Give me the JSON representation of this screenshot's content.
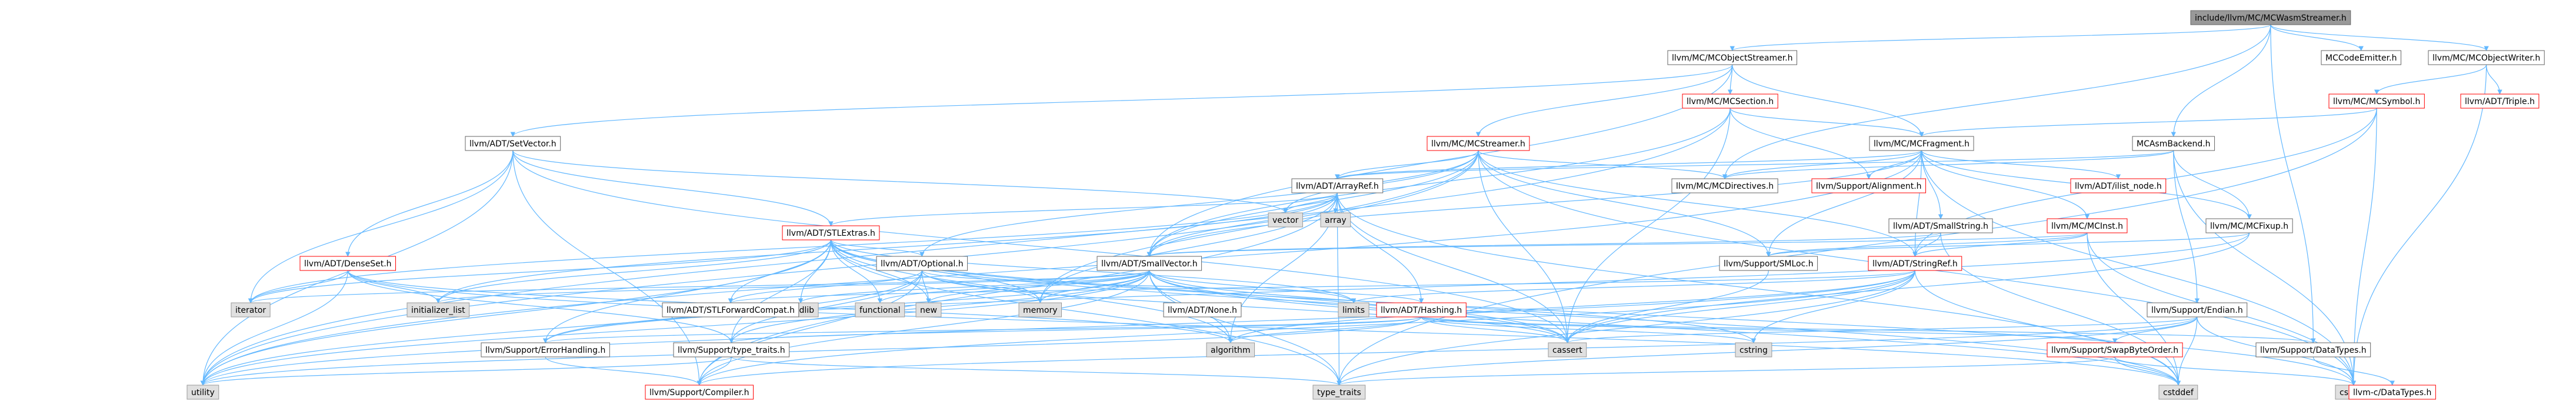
{
  "colors": {
    "root_fill": "#999999",
    "node_fill": "#ffffff",
    "node_border": "#666666",
    "linked_border": "#ff0000",
    "external_fill": "#e0e0e0",
    "external_border": "#999999",
    "edge": "#63b8ff"
  },
  "nodes": [
    {
      "id": "root",
      "label": "include/llvm/MC/MCWasmStreamer.h",
      "kind": "root"
    },
    {
      "id": "mcobjstreamer",
      "label": "llvm/MC/MCObjectStreamer.h",
      "kind": "normal"
    },
    {
      "id": "mccodeemitter",
      "label": "MCCodeEmitter.h",
      "kind": "normal"
    },
    {
      "id": "mcobjwriter",
      "label": "llvm/MC/MCObjectWriter.h",
      "kind": "normal"
    },
    {
      "id": "mcsection",
      "label": "llvm/MC/MCSection.h",
      "kind": "linked"
    },
    {
      "id": "mcsymbol",
      "label": "llvm/MC/MCSymbol.h",
      "kind": "linked"
    },
    {
      "id": "triple",
      "label": "llvm/ADT/Triple.h",
      "kind": "linked"
    },
    {
      "id": "mcfragment",
      "label": "llvm/MC/MCFragment.h",
      "kind": "normal"
    },
    {
      "id": "mcasmbackend",
      "label": "MCAsmBackend.h",
      "kind": "normal"
    },
    {
      "id": "setvector",
      "label": "llvm/ADT/SetVector.h",
      "kind": "normal"
    },
    {
      "id": "mcstreamer",
      "label": "llvm/MC/MCStreamer.h",
      "kind": "linked"
    },
    {
      "id": "arrayref",
      "label": "llvm/ADT/ArrayRef.h",
      "kind": "normal"
    },
    {
      "id": "mcdirectives",
      "label": "llvm/MC/MCDirectives.h",
      "kind": "normal"
    },
    {
      "id": "alignment",
      "label": "llvm/Support/Alignment.h",
      "kind": "linked"
    },
    {
      "id": "ilistnode",
      "label": "llvm/ADT/ilist_node.h",
      "kind": "linked"
    },
    {
      "id": "mcfixup",
      "label": "llvm/MC/MCFixup.h",
      "kind": "normal"
    },
    {
      "id": "vector",
      "label": "vector",
      "kind": "external"
    },
    {
      "id": "array",
      "label": "array",
      "kind": "external"
    },
    {
      "id": "stlextras",
      "label": "llvm/ADT/STLExtras.h",
      "kind": "linked"
    },
    {
      "id": "smallstring",
      "label": "llvm/ADT/SmallString.h",
      "kind": "normal"
    },
    {
      "id": "mcinst",
      "label": "llvm/MC/MCInst.h",
      "kind": "linked"
    },
    {
      "id": "densset",
      "label": "llvm/ADT/DenseSet.h",
      "kind": "linked"
    },
    {
      "id": "optional",
      "label": "llvm/ADT/Optional.h",
      "kind": "normal"
    },
    {
      "id": "smallvector",
      "label": "llvm/ADT/SmallVector.h",
      "kind": "normal"
    },
    {
      "id": "smloc",
      "label": "llvm/Support/SMLoc.h",
      "kind": "normal"
    },
    {
      "id": "stringref",
      "label": "llvm/ADT/StringRef.h",
      "kind": "linked"
    },
    {
      "id": "iterator",
      "label": "iterator",
      "kind": "external"
    },
    {
      "id": "initlist",
      "label": "initializer_list",
      "kind": "external"
    },
    {
      "id": "cstdlib",
      "label": "cstdlib",
      "kind": "external"
    },
    {
      "id": "functional",
      "label": "functional",
      "kind": "external"
    },
    {
      "id": "new",
      "label": "new",
      "kind": "external"
    },
    {
      "id": "memory",
      "label": "memory",
      "kind": "external"
    },
    {
      "id": "stlfwdcompat",
      "label": "llvm/ADT/STLForwardCompat.h",
      "kind": "normal"
    },
    {
      "id": "adtnone",
      "label": "llvm/ADT/None.h",
      "kind": "normal"
    },
    {
      "id": "limits",
      "label": "limits",
      "kind": "external"
    },
    {
      "id": "hashing",
      "label": "llvm/ADT/Hashing.h",
      "kind": "linked"
    },
    {
      "id": "endian",
      "label": "llvm/Support/Endian.h",
      "kind": "normal"
    },
    {
      "id": "errorhandling",
      "label": "llvm/Support/ErrorHandling.h",
      "kind": "normal"
    },
    {
      "id": "typetraitsllvm",
      "label": "llvm/Support/type_traits.h",
      "kind": "normal"
    },
    {
      "id": "algorithm",
      "label": "algorithm",
      "kind": "external"
    },
    {
      "id": "cstring",
      "label": "cstring",
      "kind": "external"
    },
    {
      "id": "cassert",
      "label": "cassert",
      "kind": "external"
    },
    {
      "id": "swapbyteorder",
      "label": "llvm/Support/SwapByteOrder.h",
      "kind": "linked"
    },
    {
      "id": "datatypesllvm",
      "label": "llvm/Support/DataTypes.h",
      "kind": "normal"
    },
    {
      "id": "utility",
      "label": "utility",
      "kind": "external"
    },
    {
      "id": "compiler",
      "label": "llvm/Support/Compiler.h",
      "kind": "linked"
    },
    {
      "id": "typetraits",
      "label": "type_traits",
      "kind": "external"
    },
    {
      "id": "cstddef",
      "label": "cstddef",
      "kind": "external"
    },
    {
      "id": "cstdint",
      "label": "cstdint",
      "kind": "external"
    },
    {
      "id": "datatypesc",
      "label": "llvm-c/DataTypes.h",
      "kind": "linked"
    }
  ],
  "edges": [
    [
      "root",
      "mcobjstreamer"
    ],
    [
      "root",
      "mccodeemitter"
    ],
    [
      "root",
      "mcobjwriter"
    ],
    [
      "root",
      "mcasmbackend"
    ],
    [
      "root",
      "mcdirectives"
    ],
    [
      "root",
      "datatypesllvm"
    ],
    [
      "mcobjstreamer",
      "setvector"
    ],
    [
      "mcobjstreamer",
      "smallvector"
    ],
    [
      "mcobjstreamer",
      "mcfragment"
    ],
    [
      "mcobjstreamer",
      "mcsection"
    ],
    [
      "mcobjstreamer",
      "mcstreamer"
    ],
    [
      "mcobjwriter",
      "mcsymbol"
    ],
    [
      "mcobjwriter",
      "triple"
    ],
    [
      "mcobjwriter",
      "cstdint"
    ],
    [
      "mcsymbol",
      "mcfragment"
    ],
    [
      "mcsymbol",
      "stringref"
    ],
    [
      "mcsymbol",
      "cstdint"
    ],
    [
      "mcsymbol",
      "typetraits"
    ],
    [
      "mcsection",
      "mcfragment"
    ],
    [
      "mcsection",
      "alignment"
    ],
    [
      "mcsection",
      "smallvector"
    ],
    [
      "mcsection",
      "utility"
    ],
    [
      "mcsection",
      "cassert"
    ],
    [
      "mcasmbackend",
      "arrayref"
    ],
    [
      "mcasmbackend",
      "mcdirectives"
    ],
    [
      "mcasmbackend",
      "mcfixup"
    ],
    [
      "mcasmbackend",
      "endian"
    ],
    [
      "mcasmbackend",
      "cstdint"
    ],
    [
      "mcfragment",
      "arrayref"
    ],
    [
      "mcfragment",
      "smallstring"
    ],
    [
      "mcfragment",
      "smallvector"
    ],
    [
      "mcfragment",
      "stringref"
    ],
    [
      "mcfragment",
      "ilistnode"
    ],
    [
      "mcfragment",
      "mcfixup"
    ],
    [
      "mcfragment",
      "mcinst"
    ],
    [
      "mcfragment",
      "alignment"
    ],
    [
      "mcfragment",
      "smloc"
    ],
    [
      "mcfragment",
      "cstdint"
    ],
    [
      "mcfragment",
      "utility"
    ],
    [
      "mcfragment",
      "mcdirectives"
    ],
    [
      "setvector",
      "stlextras"
    ],
    [
      "setvector",
      "densset"
    ],
    [
      "setvector",
      "compiler"
    ],
    [
      "setvector",
      "cassert"
    ],
    [
      "setvector",
      "iterator"
    ],
    [
      "setvector",
      "vector"
    ],
    [
      "setvector",
      "utility"
    ],
    [
      "mcstreamer",
      "arrayref"
    ],
    [
      "mcstreamer",
      "optional"
    ],
    [
      "mcstreamer",
      "smallvector"
    ],
    [
      "mcstreamer",
      "stringref"
    ],
    [
      "mcstreamer",
      "mcdirectives"
    ],
    [
      "mcstreamer",
      "smloc"
    ],
    [
      "mcstreamer",
      "cassert"
    ],
    [
      "mcstreamer",
      "cstdint"
    ],
    [
      "mcstreamer",
      "memory"
    ],
    [
      "mcstreamer",
      "string"
    ],
    [
      "mcstreamer",
      "utility"
    ],
    [
      "mcstreamer",
      "vector"
    ],
    [
      "arrayref",
      "hashing"
    ],
    [
      "arrayref",
      "none"
    ],
    [
      "arrayref",
      "smallvector"
    ],
    [
      "arrayref",
      "stlextras"
    ],
    [
      "arrayref",
      "compiler"
    ],
    [
      "arrayref",
      "algorithm"
    ],
    [
      "arrayref",
      "array"
    ],
    [
      "arrayref",
      "cassert"
    ],
    [
      "arrayref",
      "cstddef"
    ],
    [
      "arrayref",
      "initlist"
    ],
    [
      "arrayref",
      "iterator"
    ],
    [
      "arrayref",
      "memory"
    ],
    [
      "arrayref",
      "typetraits"
    ],
    [
      "arrayref",
      "vector"
    ],
    [
      "stlextras",
      "stlfwdcompat"
    ],
    [
      "stlextras",
      "optional"
    ],
    [
      "stlextras",
      "typetraitsllvm"
    ],
    [
      "stlextras",
      "errorhandling"
    ],
    [
      "stlextras",
      "algorithm"
    ],
    [
      "stlextras",
      "cassert"
    ],
    [
      "stlextras",
      "cstddef"
    ],
    [
      "stlextras",
      "cstdint"
    ],
    [
      "stlextras",
      "cstdlib"
    ],
    [
      "stlextras",
      "functional"
    ],
    [
      "stlextras",
      "initlist"
    ],
    [
      "stlextras",
      "iterator"
    ],
    [
      "stlextras",
      "limits"
    ],
    [
      "stlextras",
      "memory"
    ],
    [
      "stlextras",
      "new"
    ],
    [
      "stlextras",
      "typetraits"
    ],
    [
      "stlextras",
      "utility"
    ],
    [
      "smallstring",
      "smallvector"
    ],
    [
      "smallstring",
      "stringref"
    ],
    [
      "smallstring",
      "cstddef"
    ],
    [
      "mcinst",
      "smloc"
    ],
    [
      "mcinst",
      "stringref"
    ],
    [
      "mcinst",
      "smallvector"
    ],
    [
      "mcinst",
      "cstddef"
    ],
    [
      "mcinst",
      "cstdint"
    ],
    [
      "densset",
      "typetraitsllvm"
    ],
    [
      "densset",
      "algorithm"
    ],
    [
      "densset",
      "cstddef"
    ],
    [
      "densset",
      "initlist"
    ],
    [
      "densset",
      "iterator"
    ],
    [
      "densset",
      "utility"
    ],
    [
      "optional",
      "hashing"
    ],
    [
      "optional",
      "none"
    ],
    [
      "optional",
      "stlfwdcompat"
    ],
    [
      "optional",
      "compiler"
    ],
    [
      "optional",
      "typetraitsllvm"
    ],
    [
      "optional",
      "cassert"
    ],
    [
      "optional",
      "memory"
    ],
    [
      "optional",
      "new"
    ],
    [
      "optional",
      "utility"
    ],
    [
      "smallvector",
      "compiler"
    ],
    [
      "smallvector",
      "typetraitsllvm"
    ],
    [
      "smallvector",
      "algorithm"
    ],
    [
      "smallvector",
      "cassert"
    ],
    [
      "smallvector",
      "cstddef"
    ],
    [
      "smallvector",
      "cstdlib"
    ],
    [
      "smallvector",
      "cstring"
    ],
    [
      "smallvector",
      "functional"
    ],
    [
      "smallvector",
      "initlist"
    ],
    [
      "smallvector",
      "iterator"
    ],
    [
      "smallvector",
      "limits"
    ],
    [
      "smallvector",
      "memory"
    ],
    [
      "smallvector",
      "new"
    ],
    [
      "smallvector",
      "typetraits"
    ],
    [
      "smallvector",
      "utility"
    ],
    [
      "smallvector",
      "errorhandling"
    ],
    [
      "smloc",
      "none"
    ],
    [
      "smloc",
      "cassert"
    ],
    [
      "stringref",
      "stlfwdcompat"
    ],
    [
      "stringref",
      "compiler"
    ],
    [
      "stringref",
      "algorithm"
    ],
    [
      "stringref",
      "cassert"
    ],
    [
      "stringref",
      "cstddef"
    ],
    [
      "stringref",
      "cstring"
    ],
    [
      "stringref",
      "limits"
    ],
    [
      "stringref",
      "typetraits"
    ],
    [
      "stringref",
      "utility"
    ],
    [
      "hashing",
      "errorhandling"
    ],
    [
      "hashing",
      "swapbyteorder"
    ],
    [
      "hashing",
      "typetraitsllvm"
    ],
    [
      "hashing",
      "algorithm"
    ],
    [
      "hashing",
      "cassert"
    ],
    [
      "hashing",
      "cstring"
    ],
    [
      "hashing",
      "utility"
    ],
    [
      "hashing",
      "datatypesllvm"
    ],
    [
      "endian",
      "compiler"
    ],
    [
      "endian",
      "swapbyteorder"
    ],
    [
      "endian",
      "cassert"
    ],
    [
      "endian",
      "cstddef"
    ],
    [
      "endian",
      "cstdint"
    ],
    [
      "endian",
      "typetraits"
    ],
    [
      "errorhandling",
      "compiler"
    ],
    [
      "typetraitsllvm",
      "compiler"
    ],
    [
      "typetraitsllvm",
      "typetraits"
    ],
    [
      "typetraitsllvm",
      "utility"
    ],
    [
      "swapbyteorder",
      "cstddef"
    ],
    [
      "swapbyteorder",
      "cstdint"
    ],
    [
      "swapbyteorder",
      "typetraits"
    ],
    [
      "datatypesllvm",
      "datatypesc"
    ],
    [
      "mcfixup",
      "smloc"
    ],
    [
      "mcfixup",
      "errorhandling"
    ],
    [
      "mcfixup",
      "cassert"
    ]
  ]
}
